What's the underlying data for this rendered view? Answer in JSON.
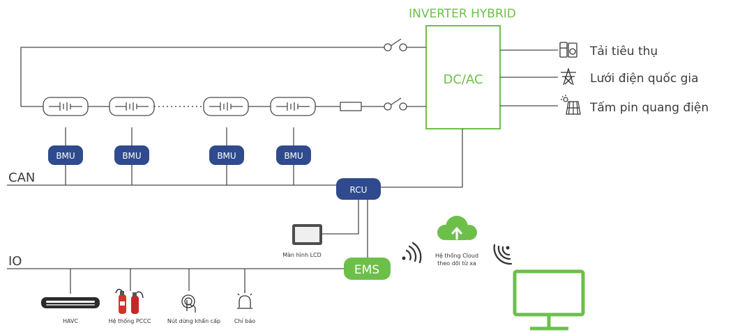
{
  "inverter": {
    "title": "INVERTER HYBRID",
    "label": "DC/AC"
  },
  "outputs": [
    {
      "label": "Tải tiêu thụ",
      "icon": "appliance-icon"
    },
    {
      "label": "Lưới điện quốc gia",
      "icon": "power-tower-icon"
    },
    {
      "label": "Tấm pin quang điện",
      "icon": "solar-panel-icon"
    }
  ],
  "bus": {
    "can": "CAN",
    "io": "IO"
  },
  "bmu": {
    "label": "BMU"
  },
  "rcu": {
    "label": "RCU"
  },
  "ems": {
    "label": "EMS"
  },
  "lcd": {
    "label": "Màn hình LCD"
  },
  "cloud": {
    "line1": "Hệ thống Cloud",
    "line2": "theo dõi từ xa"
  },
  "io_devices": [
    {
      "label": "HAVC",
      "icon": "hvac-unit-icon"
    },
    {
      "label": "Hệ thống PCCC",
      "icon": "fire-extinguisher-icon"
    },
    {
      "label": "Nút dừng khẩn cấp",
      "icon": "emergency-button-icon"
    },
    {
      "label": "Chỉ báo",
      "icon": "indicator-light-icon"
    }
  ],
  "colors": {
    "green": "#6cc04a",
    "navy": "#2f4b8d",
    "wire": "#4a4a4a"
  }
}
